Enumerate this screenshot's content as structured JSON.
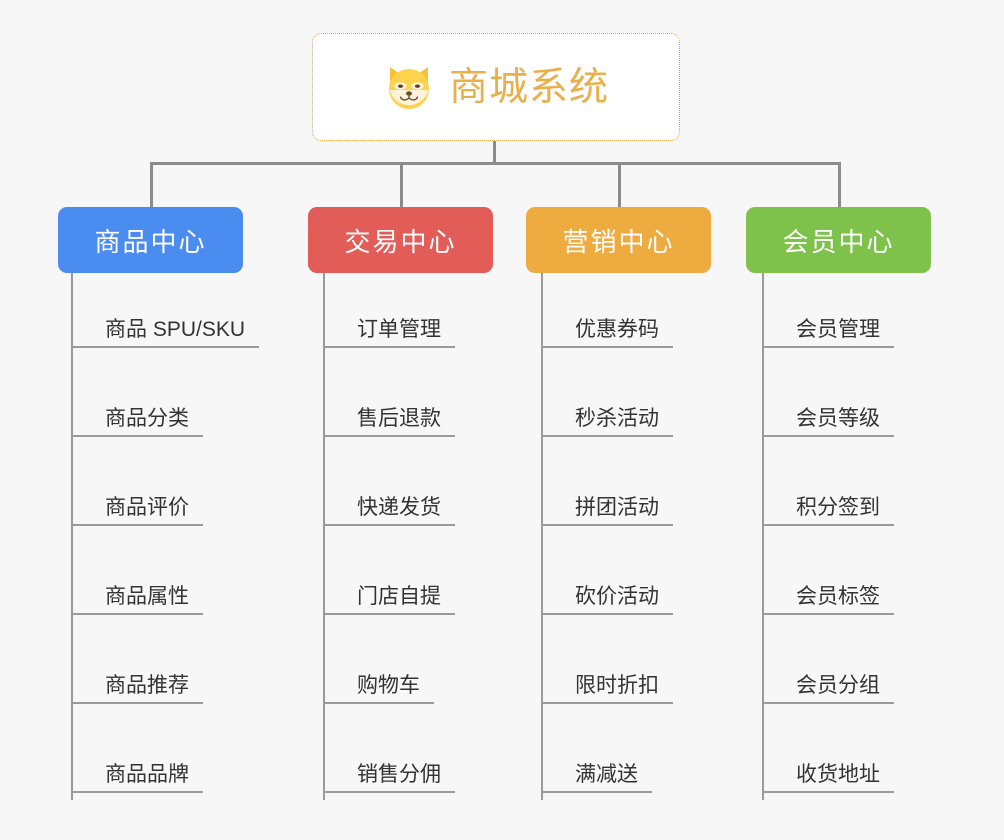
{
  "background": "#f7f7f7",
  "root": {
    "title": "商城系统",
    "icon": "dog-face-emoji",
    "border_color": "#e8a33d",
    "text_color": "#e8b04b"
  },
  "connector_color": "#8c8c8c",
  "columns": [
    {
      "id": "product-center",
      "label": "商品中心",
      "color": "#4a8cf0",
      "items": [
        "商品 SPU/SKU",
        "商品分类",
        "商品评价",
        "商品属性",
        "商品推荐",
        "商品品牌"
      ]
    },
    {
      "id": "trade-center",
      "label": "交易中心",
      "color": "#e25c58",
      "items": [
        "订单管理",
        "售后退款",
        "快递发货",
        "门店自提",
        "购物车",
        "销售分佣"
      ]
    },
    {
      "id": "marketing-center",
      "label": "营销中心",
      "color": "#eeab40",
      "items": [
        "优惠券码",
        "秒杀活动",
        "拼团活动",
        "砍价活动",
        "限时折扣",
        "满减送"
      ]
    },
    {
      "id": "member-center",
      "label": "会员中心",
      "color": "#7ec24c",
      "items": [
        "会员管理",
        "会员等级",
        "积分签到",
        "会员标签",
        "会员分组",
        "收货地址"
      ]
    }
  ]
}
